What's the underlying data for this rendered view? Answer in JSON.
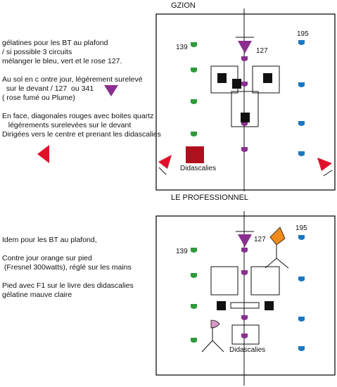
{
  "sections": [
    {
      "title": "GZION",
      "notes": [
        "gélatines pour les BT au plafond",
        "/ si possible 3 circuits",
        "mélanger le bleu, vert et le rose 127.",
        "",
        "Au sol en c ontre jour, légérement surelevé",
        "  sur le devant / 127  ou 341",
        "( rose fumé ou Plume)",
        "",
        "En face, diagonales rouges avec boites quartz",
        "   légérements surelevées sur le devant",
        "Dirigées vers le centre et prenant les didascalies"
      ],
      "labels": {
        "left_bar": "139",
        "right_bar": "195",
        "center": "127",
        "zone": "Didascalies"
      }
    },
    {
      "title": "LE PROFESSIONNEL",
      "notes": [
        "Idem pour les BT au plafond,",
        "",
        "Contre jour orange sur pied",
        " (Fresnel 300watts), réglé sur les mains",
        "",
        "Pied avec F1 sur le livre des didascalies",
        "gélatine mauve claire"
      ],
      "labels": {
        "left_bar": "139",
        "right_bar": "195",
        "center": "127",
        "zone": "Didascalies"
      }
    }
  ],
  "colors": {
    "green": "#2e9a3a",
    "blue": "#1a78c2",
    "purple": "#8a2f8f",
    "red": "#e0102a",
    "dark_red": "#b0101e",
    "orange": "#f08a1a",
    "mauve": "#d49ac6"
  }
}
